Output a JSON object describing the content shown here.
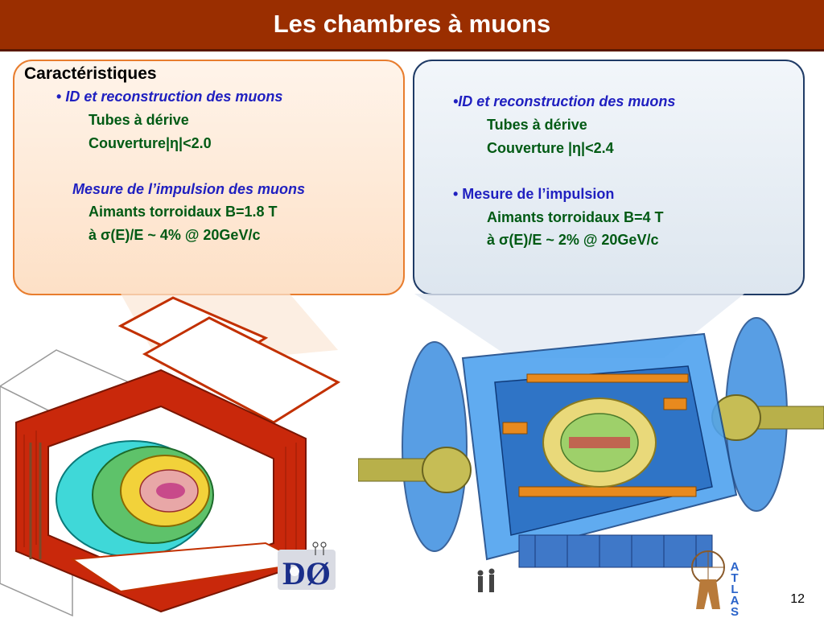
{
  "slide": {
    "title": "Les chambres à muons",
    "page_number": "12"
  },
  "left_panel": {
    "heading": "Caractéristiques",
    "bullet": "•",
    "item1_title": "ID et reconstruction des muons",
    "item1_line1": "Tubes à dérive",
    "item1_line2": "Couverture|η|<2.0",
    "item2_title": "Mesure de l’impulsion des muons",
    "item2_line1": "Aimants torroidaux B=1.8 T",
    "item2_line2": "à σ(E)/E ~ 4% @ 20GeV/c"
  },
  "right_panel": {
    "item1_title": "•ID et reconstruction des muons",
    "item1_line1": "Tubes à dérive",
    "item1_line2": "Couverture |η|<2.4",
    "item2_title": "• Mesure de l’impulsion",
    "item2_line1": "Aimants torroidaux B=4 T",
    "item2_line2": "à σ(E)/E ~ 2% @ 20GeV/c"
  },
  "logos": {
    "d0_text": "DØ",
    "atlas_letters": [
      "A",
      "T",
      "L",
      "A",
      "S"
    ]
  },
  "colors": {
    "title_bar": "#9a2e00",
    "left_border": "#e87d2e",
    "right_border": "#1f3b66",
    "green_text": "#005a14",
    "blue_text": "#2020c0"
  }
}
